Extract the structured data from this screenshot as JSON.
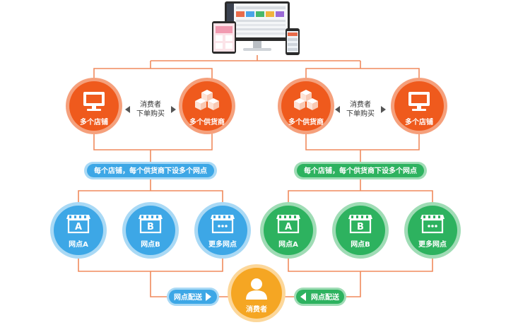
{
  "top_groups": [
    {
      "left_label": "多个店铺",
      "right_label": "多个供货商",
      "middle_line1": "消费者",
      "middle_line2": "下单购买",
      "pill": "每个店铺，每个供货商下设多个网点",
      "theme": "blue"
    },
    {
      "left_label": "多个供货商",
      "right_label": "多个店铺",
      "middle_line1": "消费者",
      "middle_line2": "下单购买",
      "pill": "每个店铺，每个供货商下设多个网点",
      "theme": "green"
    }
  ],
  "outlets": {
    "blue": [
      {
        "letter": "A",
        "label": "网点A"
      },
      {
        "letter": "B",
        "label": "网点B"
      },
      {
        "letter": "...",
        "label": "更多网点"
      }
    ],
    "green": [
      {
        "letter": "A",
        "label": "网点A"
      },
      {
        "letter": "B",
        "label": "网点B"
      },
      {
        "letter": "...",
        "label": "更多网点"
      }
    ]
  },
  "consumer_label": "消费者",
  "delivery_left": "网点配送",
  "delivery_right": "网点配送",
  "colors": {
    "orange": "#ef5a1d",
    "orange_ring": "#f5a07c",
    "blue": "#3da7e6",
    "blue_ring": "#a9d9f5",
    "green": "#2db25f",
    "green_ring": "#9fdcb5",
    "consumer": "#f5a623",
    "consumer_ring": "#fcd79a",
    "line": "#f08a5d"
  }
}
